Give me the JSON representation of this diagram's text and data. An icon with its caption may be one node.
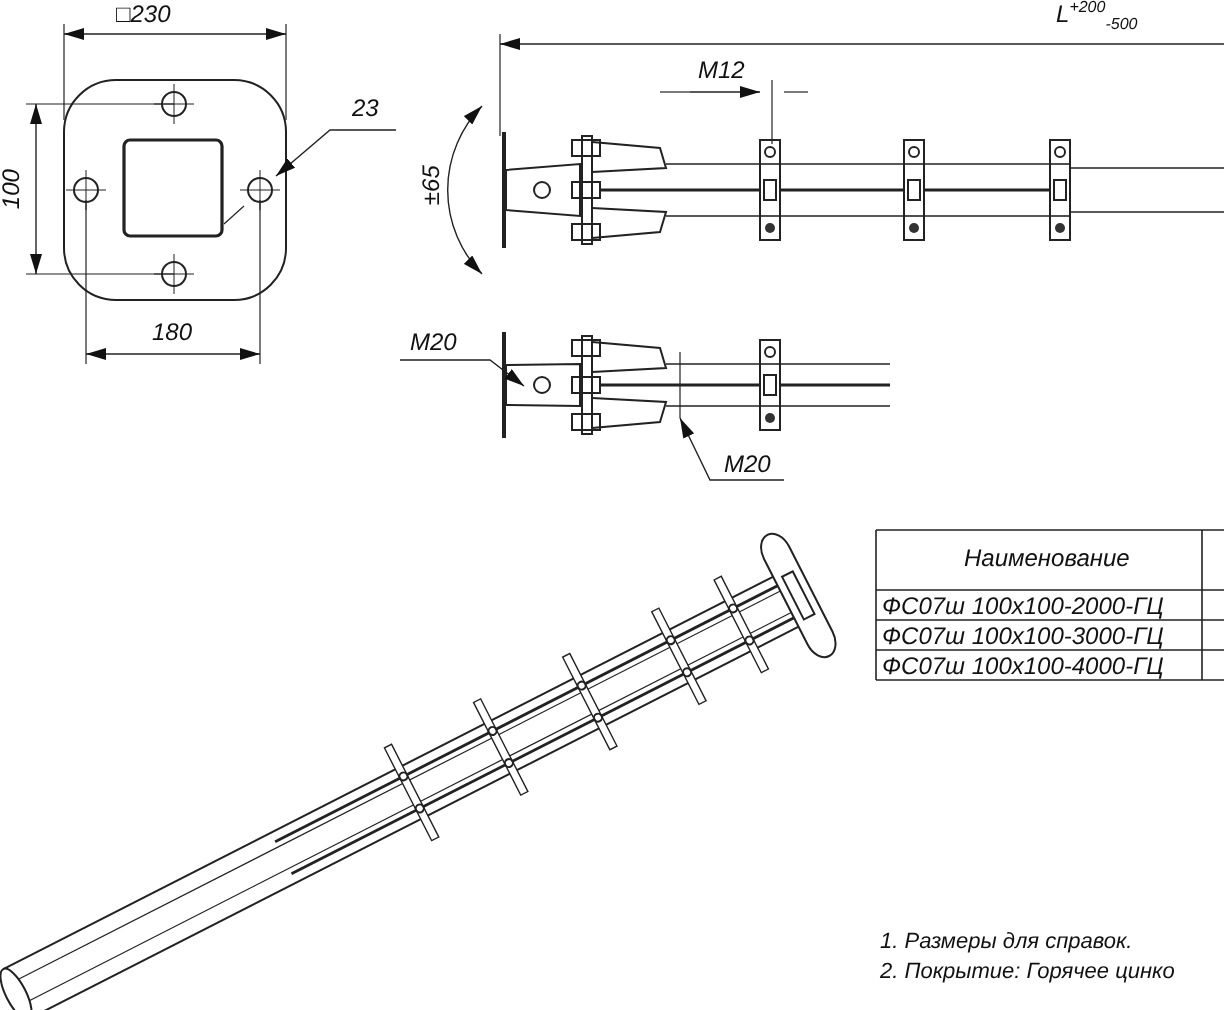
{
  "diagram": {
    "labels": [
      "□230",
      "100",
      "23",
      "180",
      "L$^{+200}$$_{-500}$",
      "M12",
      "±65",
      "M20",
      "M20",
      "Наименование",
      "ФС07ш 100x100-2000-ГЦ",
      "ФС07ш 100x100-3000-ГЦ",
      "ФС07ш 100x100-4000-ГЦ",
      "1. Размеры для справок.",
      "2. Покрытие: Горячее цинко"
    ]
  }
}
